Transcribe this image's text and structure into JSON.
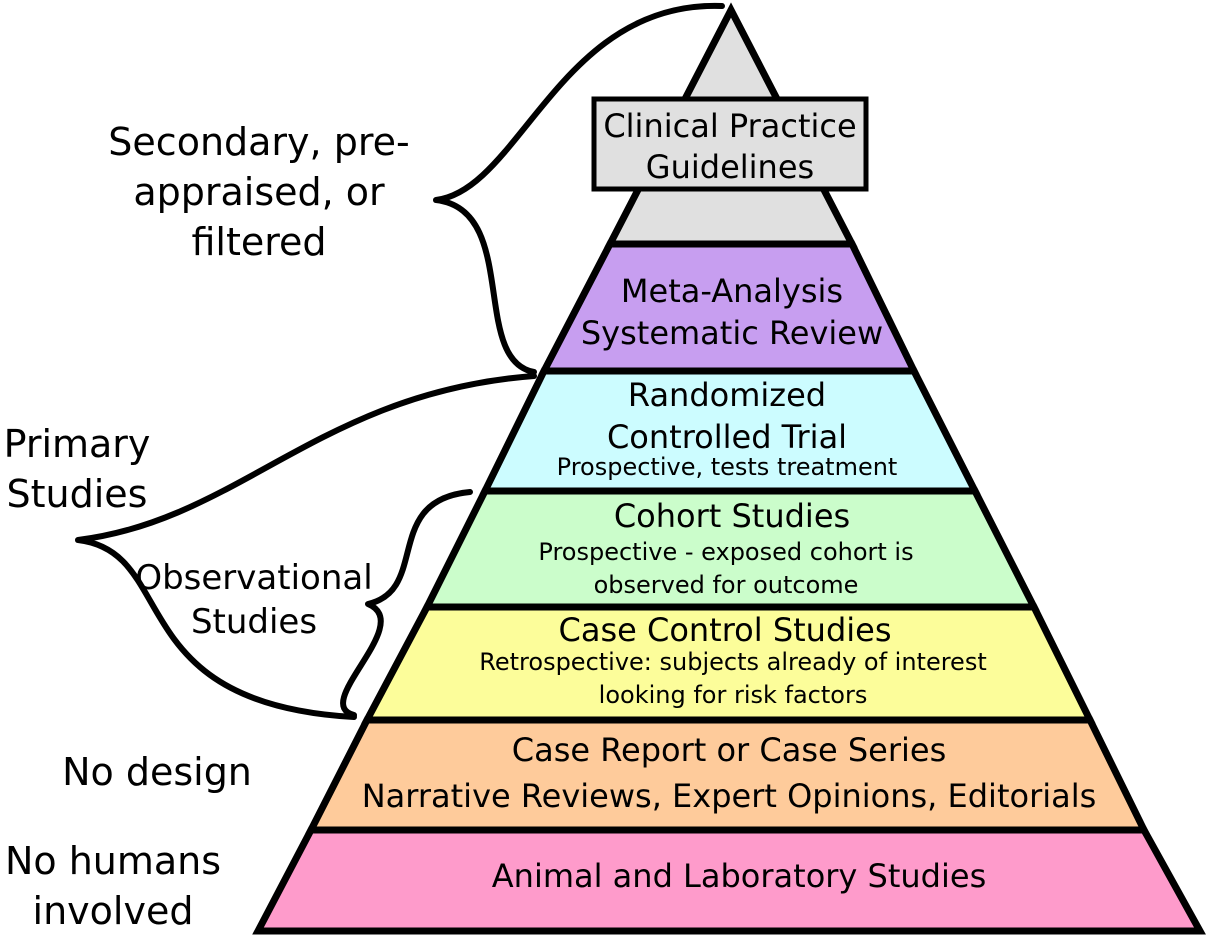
{
  "pyramid": {
    "top_label": {
      "lines": [
        "Clinical Practice",
        "Guidelines"
      ],
      "color": "#e0e0e0"
    },
    "levels": [
      {
        "title_lines": [
          "Meta-Analysis",
          "Systematic Review"
        ],
        "sub_lines": [],
        "color": "#c79ef0"
      },
      {
        "title_lines": [
          "Randomized",
          "Controlled Trial"
        ],
        "sub_lines": [
          "Prospective, tests treatment"
        ],
        "color": "#ccfcff"
      },
      {
        "title_lines": [
          "Cohort Studies"
        ],
        "sub_lines": [
          "Prospective - exposed cohort is",
          "observed for outcome"
        ],
        "color": "#cbfdcb"
      },
      {
        "title_lines": [
          "Case Control Studies"
        ],
        "sub_lines": [
          "Retrospective: subjects already of interest",
          "looking for risk factors"
        ],
        "color": "#fcfd9a"
      },
      {
        "title_lines": [
          "Case Report or Case Series",
          "Narrative Reviews, Expert Opinions, Editorials"
        ],
        "sub_lines": [],
        "color": "#fecb9b"
      },
      {
        "title_lines": [
          "Animal and Laboratory Studies"
        ],
        "sub_lines": [],
        "color": "#fe9bcb"
      }
    ]
  },
  "side_labels": {
    "secondary": [
      "Secondary, pre-",
      "appraised, or",
      "filtered"
    ],
    "primary": [
      "Primary",
      "Studies"
    ],
    "observational": [
      "Observational",
      "Studies"
    ],
    "no_design": [
      "No design"
    ],
    "no_humans": [
      "No humans",
      "involved"
    ]
  }
}
